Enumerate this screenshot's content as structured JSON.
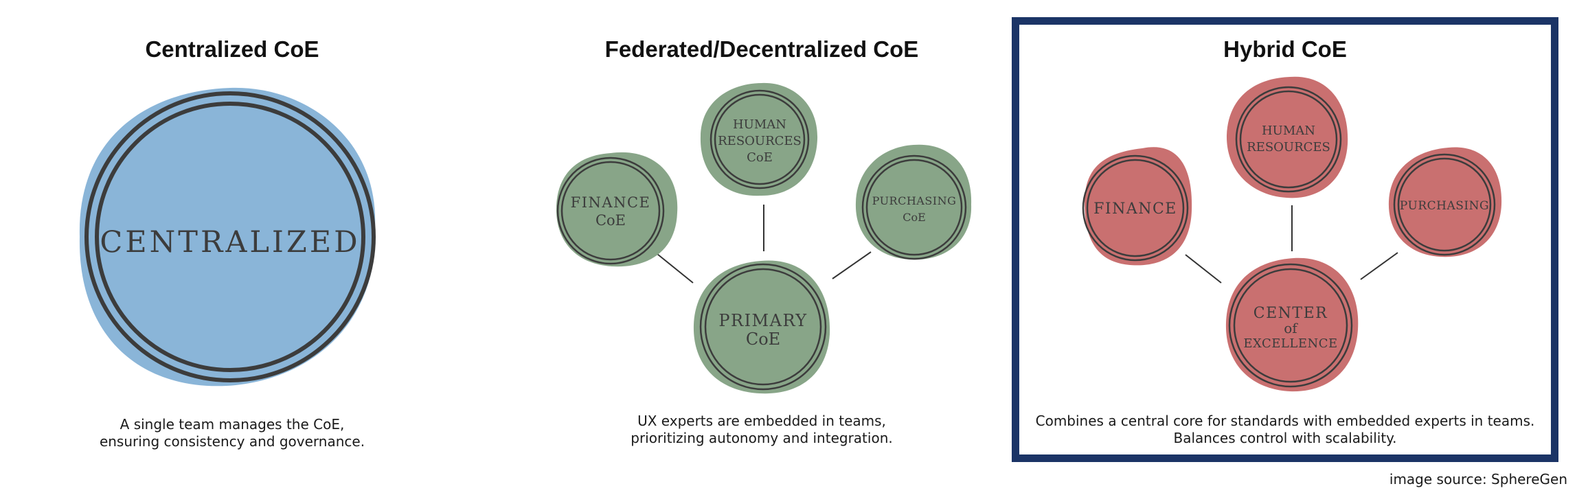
{
  "colors": {
    "centralized": "#8ab5d8",
    "federated": "#88a588",
    "hybrid": "#c97070",
    "ring": "#3c3c3c",
    "frame": "#1b3466"
  },
  "centralized": {
    "title": "Centralized CoE",
    "seal": "CENTRALIZED",
    "caption": [
      "A single team manages the CoE,",
      "ensuring consistency and governance."
    ]
  },
  "federated": {
    "title": "Federated/Decentralized CoE",
    "seals": {
      "hr": [
        "HUMAN",
        "RESOURCES",
        "CoE"
      ],
      "finance": [
        "FINANCE",
        "CoE"
      ],
      "purchasing": [
        "PURCHASING",
        "CoE"
      ],
      "primary": [
        "PRIMARY",
        "CoE"
      ]
    },
    "caption": [
      "UX experts are embedded in teams,",
      "prioritizing autonomy and integration."
    ]
  },
  "hybrid": {
    "title": "Hybrid CoE",
    "seals": {
      "hr": [
        "HUMAN",
        "RESOURCES"
      ],
      "finance": [
        "FINANCE"
      ],
      "purchasing": [
        "PURCHASING"
      ],
      "center": [
        "CENTER",
        "of",
        "EXCELLENCE"
      ]
    },
    "caption": [
      "Combines a central core for standards with embedded experts in teams.",
      "Balances control with scalability."
    ]
  },
  "source": "image source: SphereGen"
}
